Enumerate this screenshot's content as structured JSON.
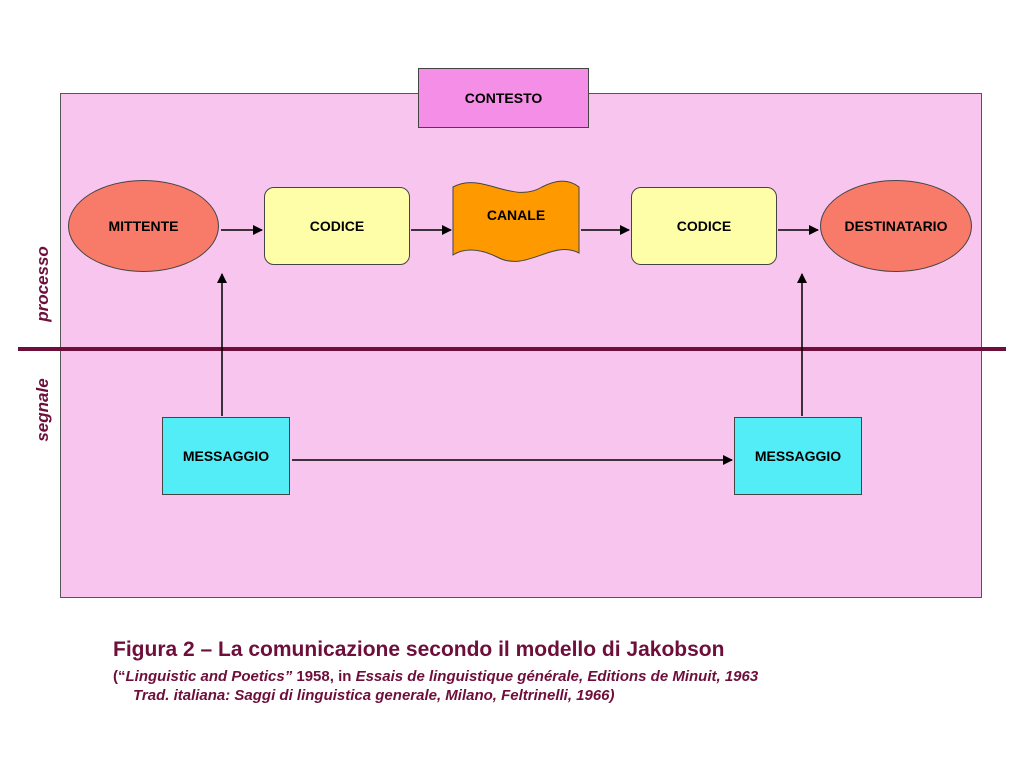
{
  "diagram": {
    "nodes": {
      "contesto": "CONTESTO",
      "mittente": "MITTENTE",
      "codice_left": "CODICE",
      "canale": "CANALE",
      "codice_right": "CODICE",
      "destinatario": "DESTINATARIO",
      "messaggio_left": "MESSAGGIO",
      "messaggio_right": "MESSAGGIO"
    },
    "side_labels": {
      "upper": "processo",
      "lower": "segnale"
    },
    "colors": {
      "panel": "#f8c5ee",
      "contesto": "#f58ee6",
      "ellipse": "#f87a68",
      "codice": "#fffea8",
      "canale": "#ff9900",
      "messaggio": "#52edf6",
      "divider": "#6d0f3a"
    }
  },
  "caption": {
    "title": "Figura 2 – La comunicazione secondo il modello di Jakobson",
    "open_quote": "(“",
    "work_title": "Linguistic and Poetics”",
    "year_in": " 1958, in ",
    "source": "Essais de linguistique générale, Editions de Minuit, 1963",
    "translation": "Trad. italiana: Saggi di linguistica generale, Milano, Feltrinelli, 1966)"
  }
}
